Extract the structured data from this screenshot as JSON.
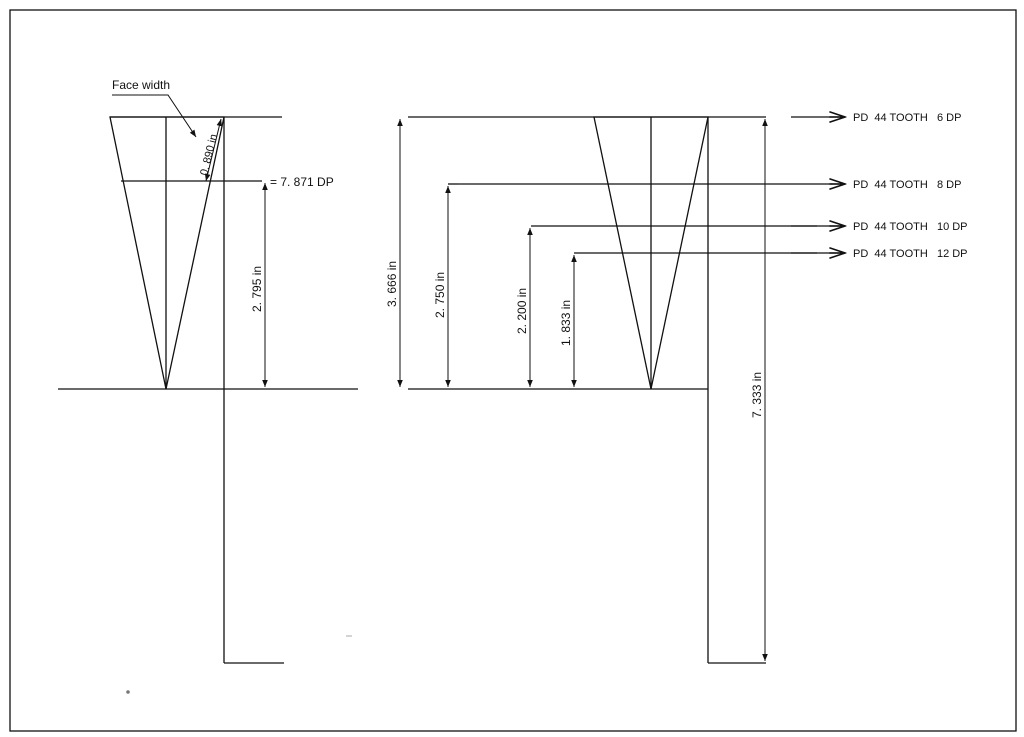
{
  "drawing": {
    "face_width_label": "Face width",
    "left": {
      "face_width_dim": "0. 890 in",
      "height_dim": "2. 795 in",
      "dp_label": "= 7. 871  DP"
    },
    "right": {
      "dims": [
        "3. 666 in",
        "2. 750 in",
        "2. 200 in",
        "1. 833 in",
        "7. 333 in"
      ],
      "callouts": [
        "PD  44 TOOTH   6 DP",
        "PD  44 TOOTH   8 DP",
        "PD  44 TOOTH   10 DP",
        "PD  44 TOOTH   12 DP"
      ]
    }
  }
}
